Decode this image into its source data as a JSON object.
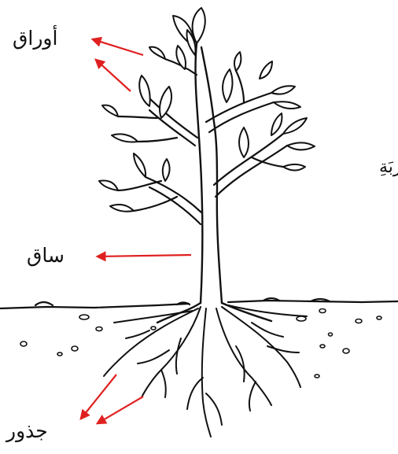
{
  "labels": {
    "leaves": "أوراق",
    "stem": "ساق",
    "roots": "جذور",
    "soil": "تربَةِ"
  },
  "colors": {
    "arrow": "#e02020",
    "line": "#111111",
    "background": "#ffffff"
  }
}
